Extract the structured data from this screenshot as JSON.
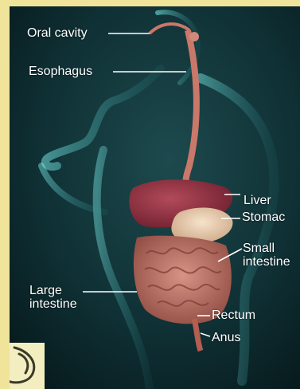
{
  "labels": {
    "oral_cavity": "Oral cavity",
    "esophagus": "Esophagus",
    "liver": "Liver",
    "stomach": "Stomac",
    "small_intestine_1": "Small",
    "small_intestine_2": "intestine",
    "large_intestine_1": "Large",
    "large_intestine_2": "intestine",
    "rectum": "Rectum",
    "anus": "Anus"
  },
  "icons": {
    "corner": "stomach-icon"
  },
  "colors": {
    "border": "#efe49a",
    "background": "#0c2a2e",
    "body_glow": "#5fd3d3",
    "liver": "#8a2a3a",
    "stomach": "#e7c9a9",
    "intestine": "#b96a5e",
    "esophagus": "#c9786a"
  }
}
